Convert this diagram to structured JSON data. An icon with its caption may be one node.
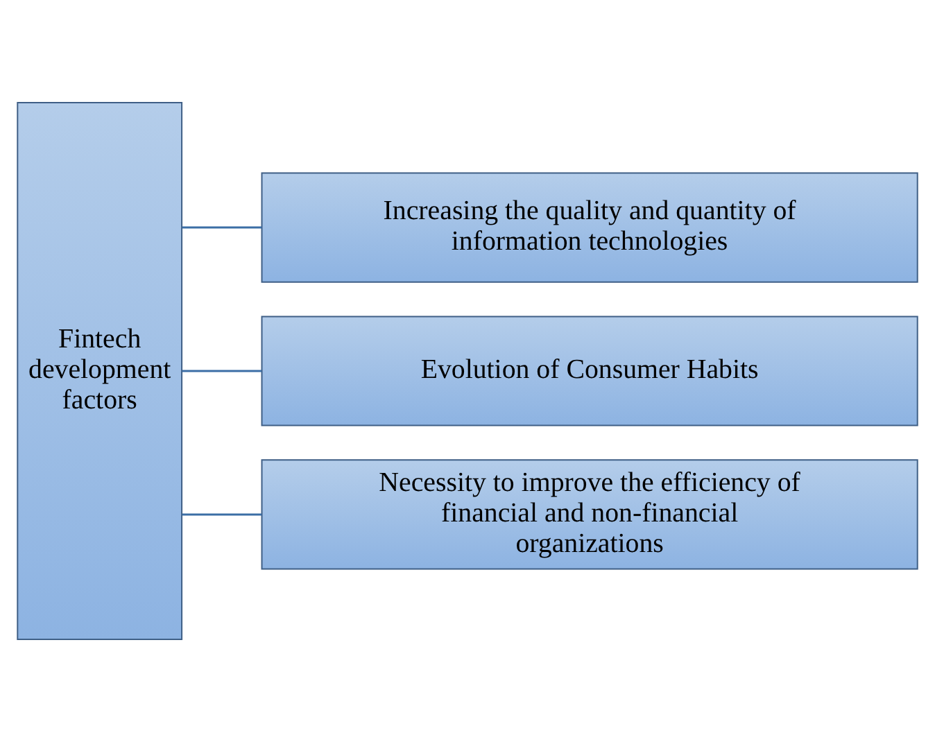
{
  "diagram": {
    "nodes": [
      {
        "text": [
          "Fintech development factors"
        ]
      },
      {
        "text": [
          "Increasing the quality and quantity of information technologies"
        ]
      },
      {
        "text": [
          "Evolution of Consumer Habits"
        ]
      },
      {
        "text": [
          "Necessity to improve the efficiency of financial and non-financial organizations"
        ]
      }
    ],
    "edges": [
      {
        "from": 0,
        "to": 1,
        "arrow": "none"
      },
      {
        "from": 0,
        "to": 2,
        "arrow": "none"
      },
      {
        "from": 0,
        "to": 3,
        "arrow": "none"
      }
    ]
  }
}
